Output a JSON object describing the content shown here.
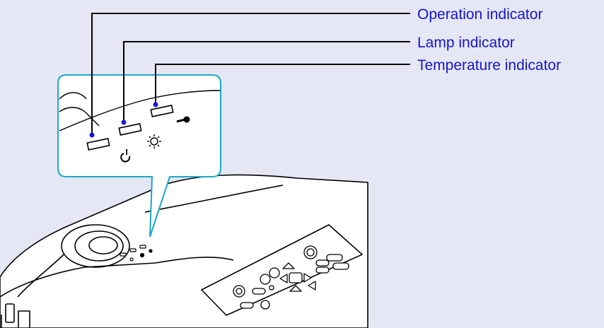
{
  "labels": {
    "operation": "Operation indicator",
    "lamp": "Lamp indicator",
    "temperature": "Temperature indicator"
  },
  "colors": {
    "background": "#e6e7f5",
    "label_text": "#1515cc",
    "leader_line": "#000000",
    "leader_dot": "#1a1acc",
    "callout_fill": "#ffffff",
    "callout_border": "#1aa9c8",
    "projector_outline": "#000000"
  },
  "icons": {
    "operation": "power-icon",
    "lamp": "lamp-sun-icon",
    "temperature": "thermometer-icon"
  }
}
